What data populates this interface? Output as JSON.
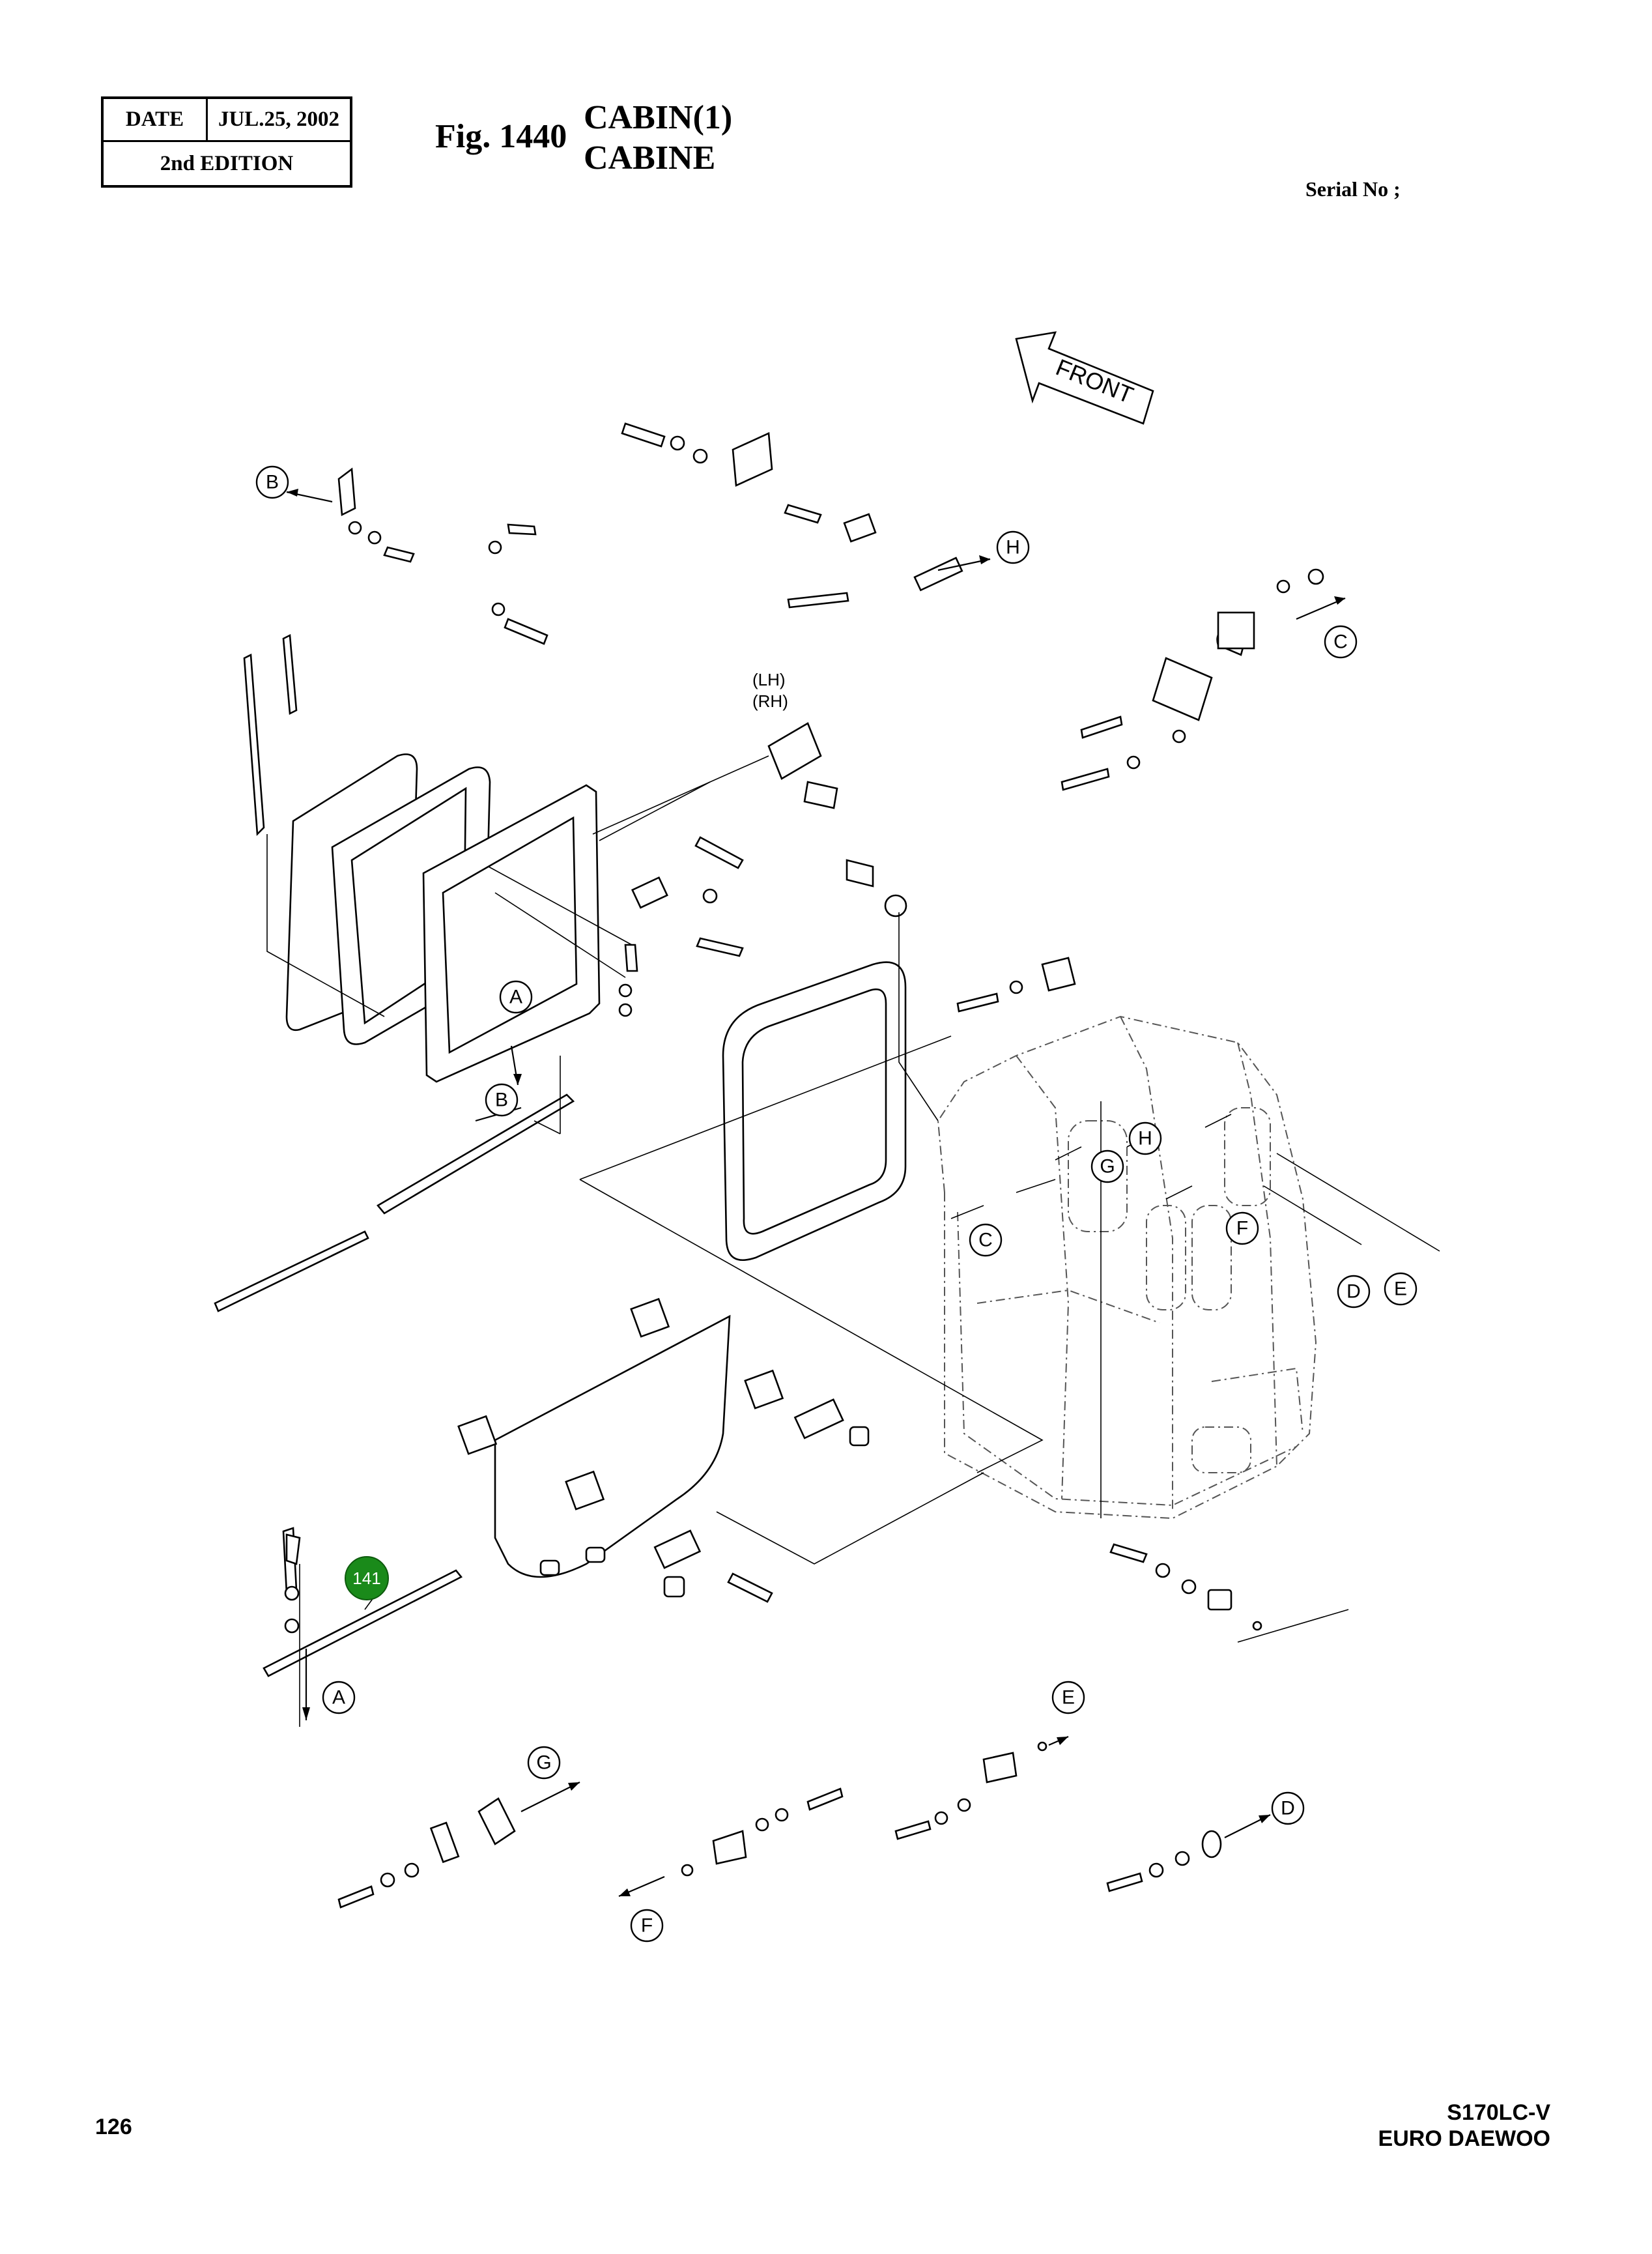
{
  "header": {
    "date_label": "DATE",
    "date_value": "JUL.25, 2002",
    "edition": "2nd  EDITION",
    "fig_number": "Fig. 1440",
    "title_en": "CABIN(1)",
    "title_fr": "CABINE",
    "serial_label": "Serial No ;"
  },
  "diagram": {
    "front_label": "FRONT",
    "side_labels": [
      "(LH)",
      "(RH)"
    ],
    "callouts": {
      "a": "A",
      "b": "B",
      "c": "C",
      "d": "D",
      "e": "E",
      "f": "F",
      "g": "G",
      "h": "H"
    },
    "highlight_part": {
      "number": "141",
      "color": "#1a8a1a"
    }
  },
  "footer": {
    "page_number": "126",
    "model": "S170LC-V",
    "brand": "EURO DAEWOO"
  }
}
